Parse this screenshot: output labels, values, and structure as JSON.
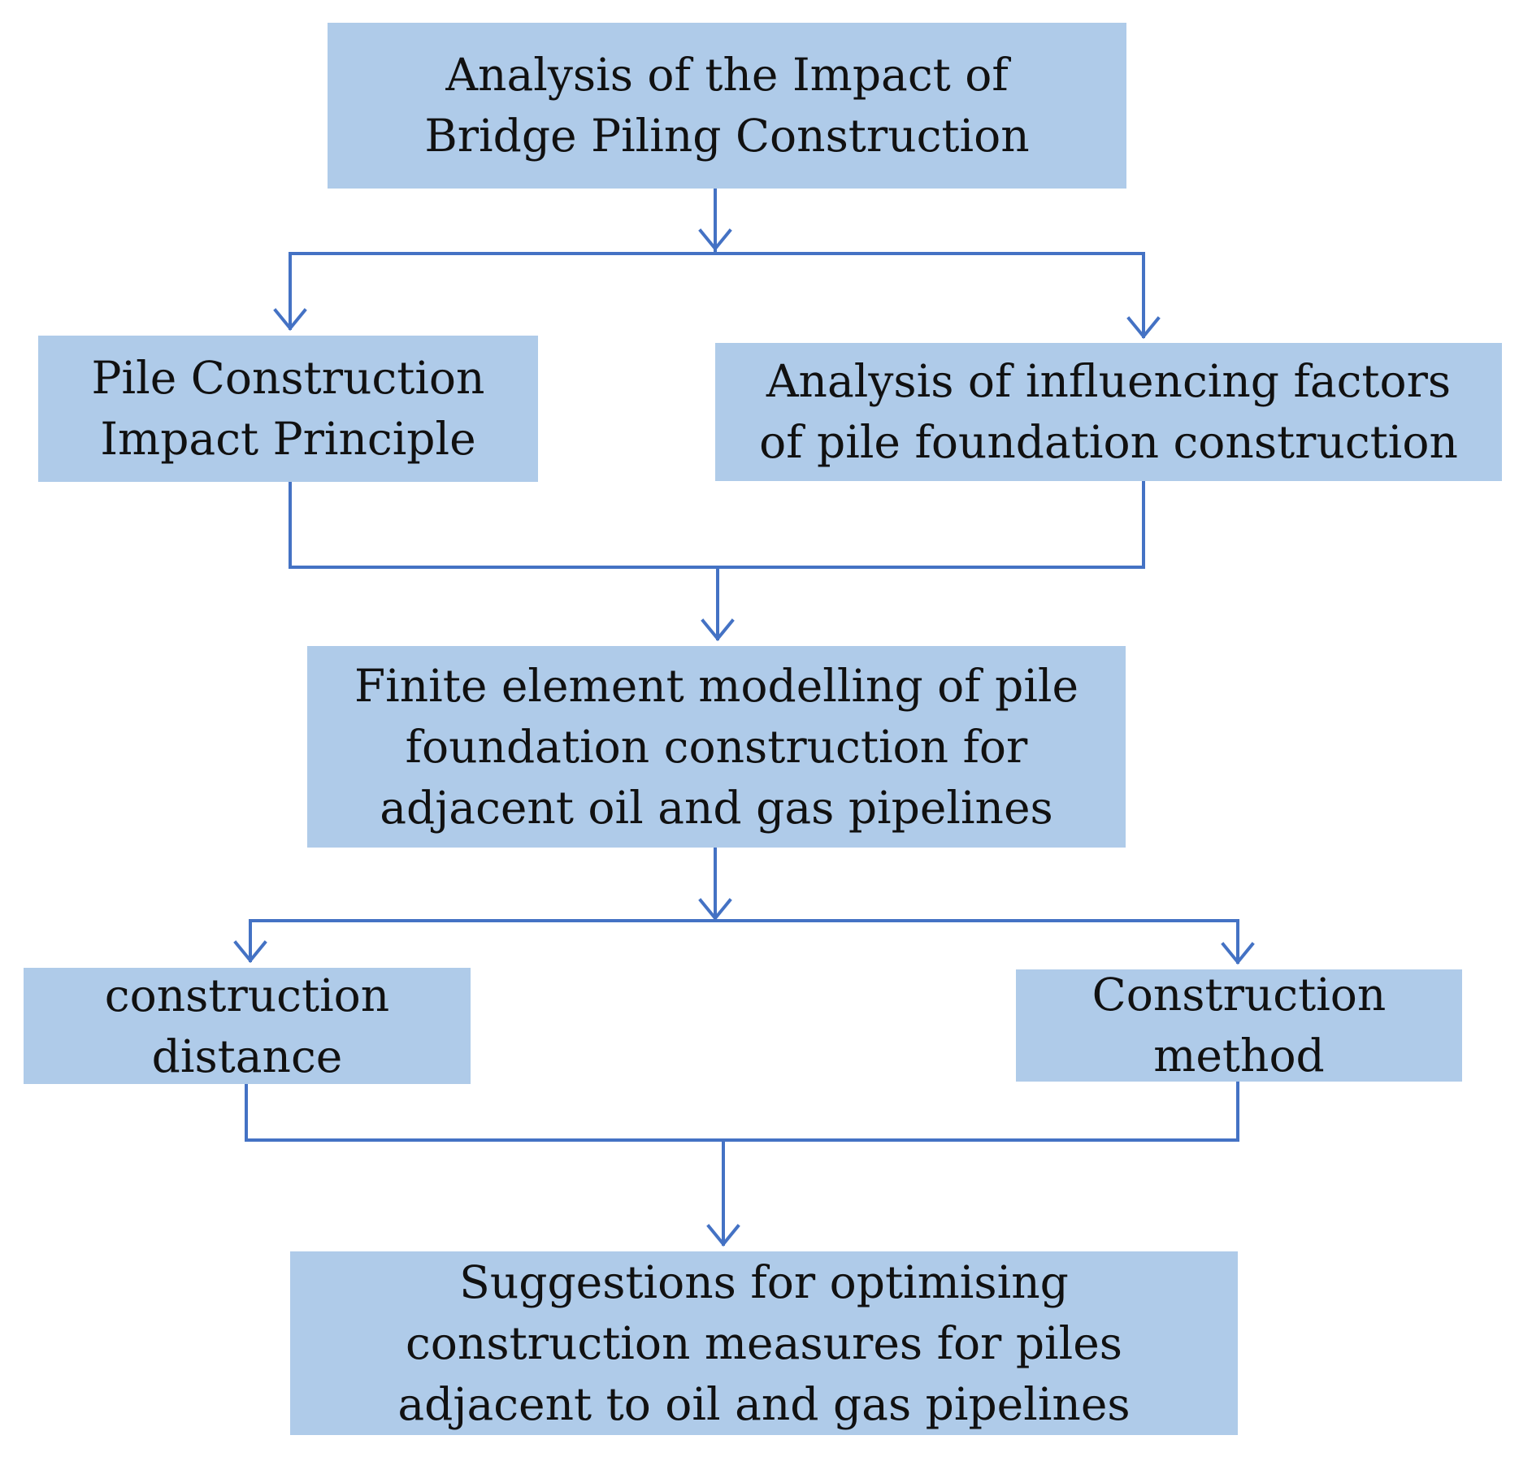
{
  "nodes": {
    "top": {
      "lines": [
        "Analysis of the Impact of",
        "Bridge Piling Construction"
      ]
    },
    "left1": {
      "lines": [
        "Pile Construction",
        "Impact Principle"
      ]
    },
    "right1": {
      "lines": [
        "Analysis of influencing factors",
        "of pile foundation construction"
      ]
    },
    "middle": {
      "lines": [
        "Finite element modelling of pile",
        "foundation construction for",
        "adjacent oil and gas pipelines"
      ]
    },
    "left2": {
      "lines": [
        "construction",
        "distance"
      ]
    },
    "right2": {
      "lines": [
        "Construction",
        "method"
      ]
    },
    "bottom": {
      "lines": [
        "Suggestions for optimising",
        "construction measures for piles",
        "adjacent to oil and gas pipelines"
      ]
    }
  },
  "colors": {
    "box_fill": "#afcbe9",
    "connector": "#4472c4",
    "text": "#111111"
  }
}
